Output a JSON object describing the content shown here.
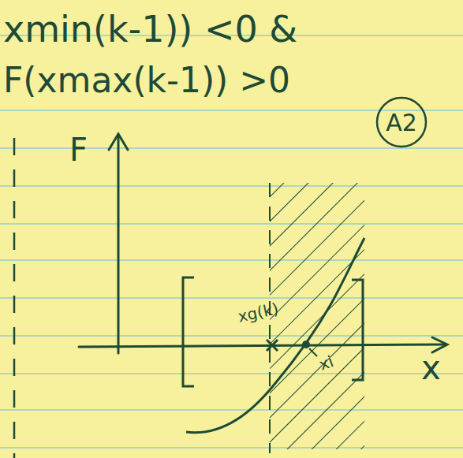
{
  "diagram": {
    "nodes": [
      {
        "text": [
          "A2"
        ]
      }
    ],
    "labels": [
      "xmin(k-1)) <0 &",
      "F(xmax(k-1)) >0",
      "F",
      "x",
      "xg(k)",
      "xi"
    ]
  }
}
